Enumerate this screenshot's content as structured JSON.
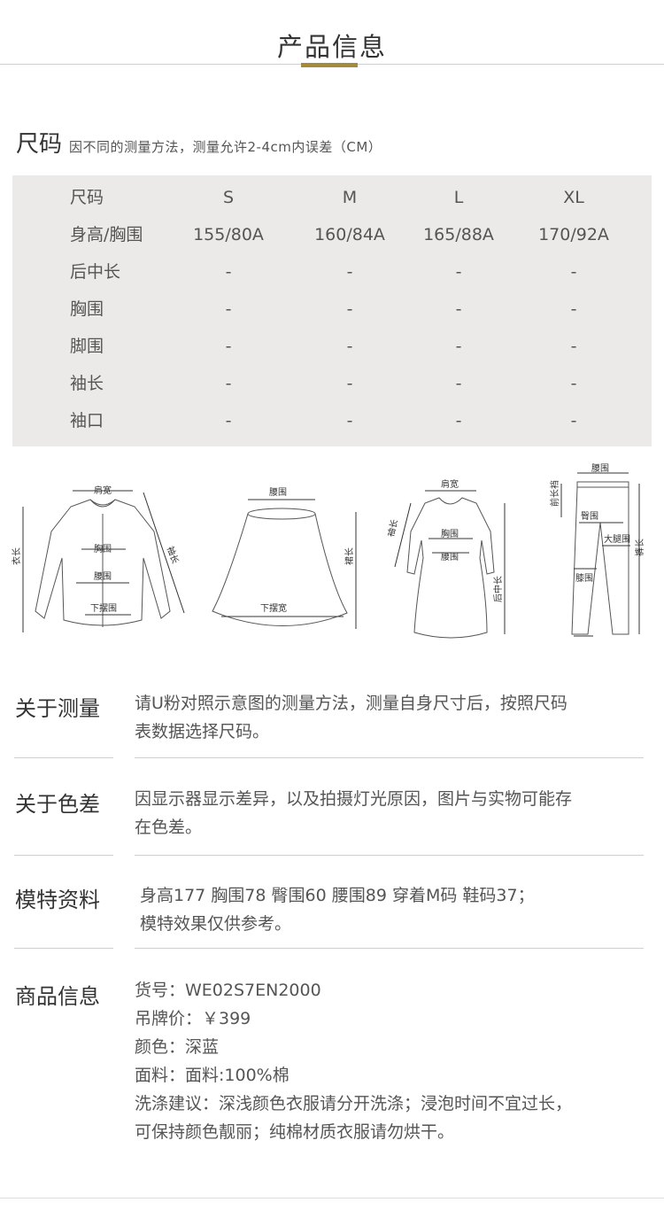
{
  "header": {
    "title": "产品信息"
  },
  "size": {
    "heading": "尺码",
    "note": "因不同的测量方法，测量允许2-4cm内误差（CM）",
    "rows": [
      {
        "label": "尺码",
        "cells": [
          "S",
          "M",
          "L",
          "XL"
        ]
      },
      {
        "label": "身高/胸围",
        "cells": [
          "155/80A",
          "160/84A",
          "165/88A",
          "170/92A"
        ]
      },
      {
        "label": "后中长",
        "cells": [
          "-",
          "-",
          "-",
          "-"
        ]
      },
      {
        "label": "胸围",
        "cells": [
          "-",
          "-",
          "-",
          "-"
        ]
      },
      {
        "label": "脚围",
        "cells": [
          "-",
          "-",
          "-",
          "-"
        ]
      },
      {
        "label": "袖长",
        "cells": [
          "-",
          "-",
          "-",
          "-"
        ]
      },
      {
        "label": "袖口",
        "cells": [
          "-",
          "-",
          "-",
          "-"
        ]
      }
    ]
  },
  "diagrams": {
    "shirt": {
      "shoulder": "肩宽",
      "chest": "胸围",
      "waist": "腰围",
      "hem": "下摆围",
      "length": "衣长",
      "sleeve": "袖长"
    },
    "skirt": {
      "waist": "腰围",
      "hem": "下摆宽",
      "length": "裙长"
    },
    "dress": {
      "shoulder": "肩宽",
      "chest": "胸围",
      "waist": "腰围",
      "sleeve": "袖长",
      "back_length": "后中长"
    },
    "pants": {
      "waist": "腰围",
      "front_rise": "前长裆",
      "hip": "臀围",
      "thigh": "大腿围",
      "knee": "膝围",
      "length": "裤长"
    }
  },
  "info": {
    "measure": {
      "label": "关于测量",
      "lines": [
        "请U粉对照示意图的测量方法，测量自身尺寸后，按照尺码",
        "表数据选择尺码。"
      ]
    },
    "color": {
      "label": "关于色差",
      "lines": [
        "因显示器显示差异，以及拍摄灯光原因，图片与实物可能存",
        "在色差。"
      ]
    },
    "model": {
      "label": "模特资料",
      "lines": [
        "身高177  胸围78 臀围60 腰围89 穿着M码 鞋码37；",
        "模特效果仅供参考。"
      ]
    },
    "product": {
      "label": "商品信息",
      "lines": [
        "货号：WE02S7EN2000",
        "吊牌价：￥399",
        "颜色：深蓝",
        "面料：面料:100%棉",
        "洗涤建议：深浅颜色衣服请分开洗涤；浸泡时间不宜过长，",
        "可保持颜色靓丽；纯棉材质衣服请勿烘干。"
      ]
    }
  }
}
